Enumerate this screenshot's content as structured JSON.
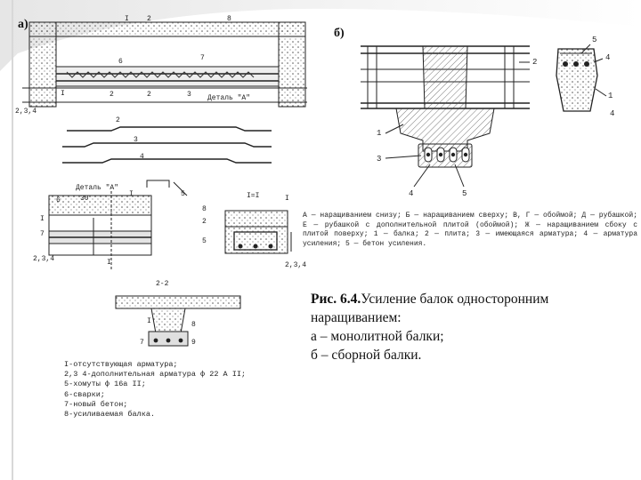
{
  "panel_a": {
    "label": "а)",
    "elevation_labels": [
      "I",
      "2",
      "8",
      "6",
      "7",
      "I",
      "2",
      "2",
      "3",
      "Деталь \"А\"",
      "2,3,4"
    ],
    "rebar_labels": [
      "2",
      "3",
      "4"
    ],
    "detail_title": "Деталь \"А\"",
    "detail_labels": [
      "30",
      "I",
      "I",
      "6",
      "I",
      "7",
      "5",
      "2,3,4"
    ],
    "section_title": "I=I",
    "section_labels": [
      "I",
      "8",
      "2",
      "5",
      "2,3,4"
    ],
    "section2_title": "2-2",
    "section2_labels": [
      "I",
      "7",
      "8",
      "9"
    ],
    "legend": [
      "I-отсутствующая арматура;",
      "2,3 4-дополнительная арматура ф 22 А II;",
      "5-хомуты ф 16а II;",
      "6-сварки;",
      "7-новый бетон;",
      "8-усиливаемая балка."
    ]
  },
  "panel_b": {
    "label": "б)",
    "callouts": [
      "2",
      "5",
      "4",
      "1",
      "1",
      "3",
      "4",
      "5",
      "4"
    ],
    "legend_text": "А — наращиванием снизу; Б — наращиванием сверху; В, Г — обоймой; Д — рубашкой; Е — рубашкой с дополнительной плитой (обоймой); Ж — наращиванием сбоку с плитой поверху; 1 — балка; 2 — плита; 3 — имеющаяся арматура; 4 — арматура усиления; 5 — бетон усиления."
  },
  "caption": {
    "bold": "Рис. 6.4.",
    "line1_rest": "Усиление балок односторонним",
    "line2": "наращиванием:",
    "line3": "а – монолитной балки;",
    "line4": "б – сборной балки."
  },
  "colors": {
    "background": "#ffffff",
    "ink": "#1a1a1a",
    "concrete": "#d9d9d9",
    "slide_gradient": "#c9c9c9"
  }
}
